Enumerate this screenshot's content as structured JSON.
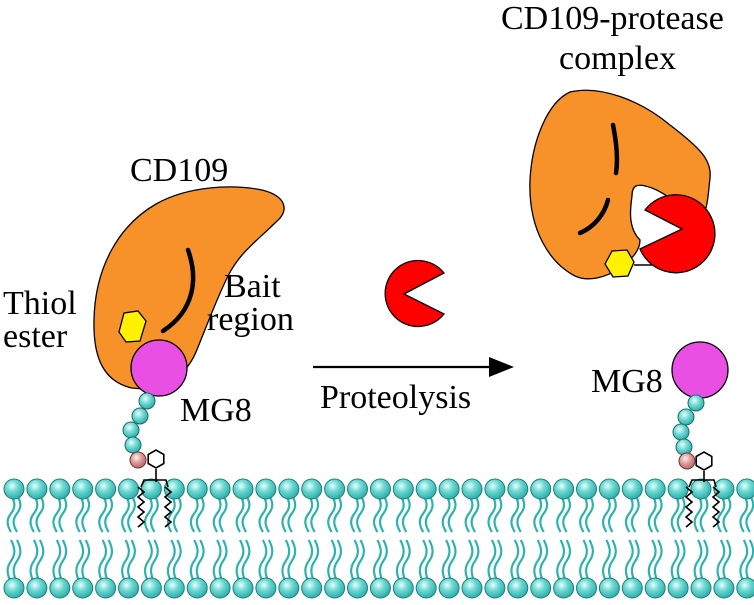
{
  "labels": {
    "cd109": "CD109",
    "complex_line1": "CD109-protease",
    "complex_line2": "complex",
    "thiol_line1": "Thiol",
    "thiol_line2": "ester",
    "bait_line1": "Bait",
    "bait_line2": "region",
    "mg8_left": "MG8",
    "mg8_right": "MG8",
    "process": "Proteolysis"
  },
  "colors": {
    "cd109_body": "#F7922B",
    "thiol_ester": "#FFF200",
    "mg8_domain": "#E94FE3",
    "protease": "#FF0000",
    "membrane_head": "#45C7C1",
    "membrane_tail": "#2DB3AE",
    "gpi_sugar": "#5FD0CB",
    "gpi_inositol": "#D98B8B",
    "outline": "#000000"
  },
  "membrane": {
    "lipids_per_leaflet": 33
  },
  "gpi_anchor": {
    "sugar_beads": 4
  }
}
